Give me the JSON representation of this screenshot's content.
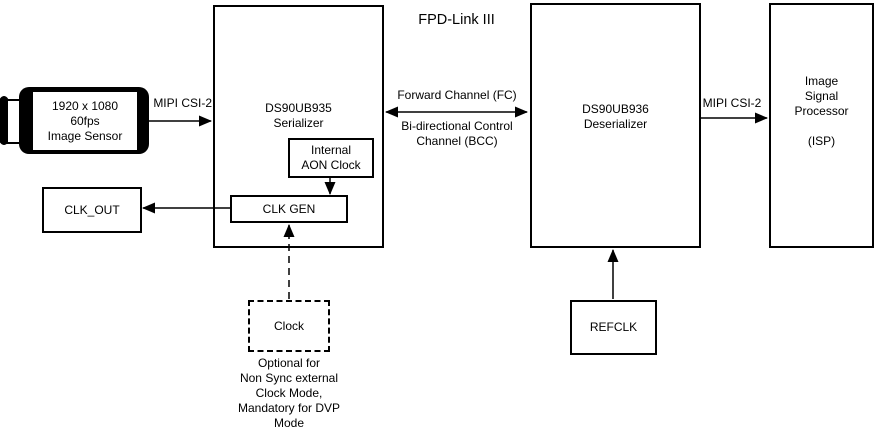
{
  "diagram": {
    "title": "FPD-Link III",
    "colors": {
      "line": "#000000",
      "background": "#ffffff",
      "text": "#000000"
    },
    "camera": {
      "line1": "1920 x 1080",
      "line2": "60fps",
      "line3": "Image Sensor"
    },
    "serializer": {
      "line1": "DS90UB935",
      "line2": "Serializer"
    },
    "aon_clock": {
      "line1": "Internal",
      "line2": "AON Clock"
    },
    "clk_gen": {
      "label": "CLK GEN"
    },
    "clk_out": {
      "label": "CLK_OUT"
    },
    "ext_clock": {
      "label": "Clock",
      "note1": "Optional for",
      "note2": "Non Sync external",
      "note3": "Clock Mode,",
      "note4": "Mandatory for DVP",
      "note5": "Mode"
    },
    "deserializer": {
      "line1": "DS90UB936",
      "line2": "Deserializer"
    },
    "refclk": {
      "label": "REFCLK"
    },
    "isp": {
      "line1": "Image",
      "line2": "Signal",
      "line3": "Processor",
      "line4": "(ISP)"
    },
    "links": {
      "sensor_to_serializer": "MIPI CSI-2",
      "forward_channel": "Forward Channel (FC)",
      "bcc_line1": "Bi-directional Control",
      "bcc_line2": "Channel (BCC)",
      "deserializer_to_isp": "MIPI CSI-2"
    }
  }
}
